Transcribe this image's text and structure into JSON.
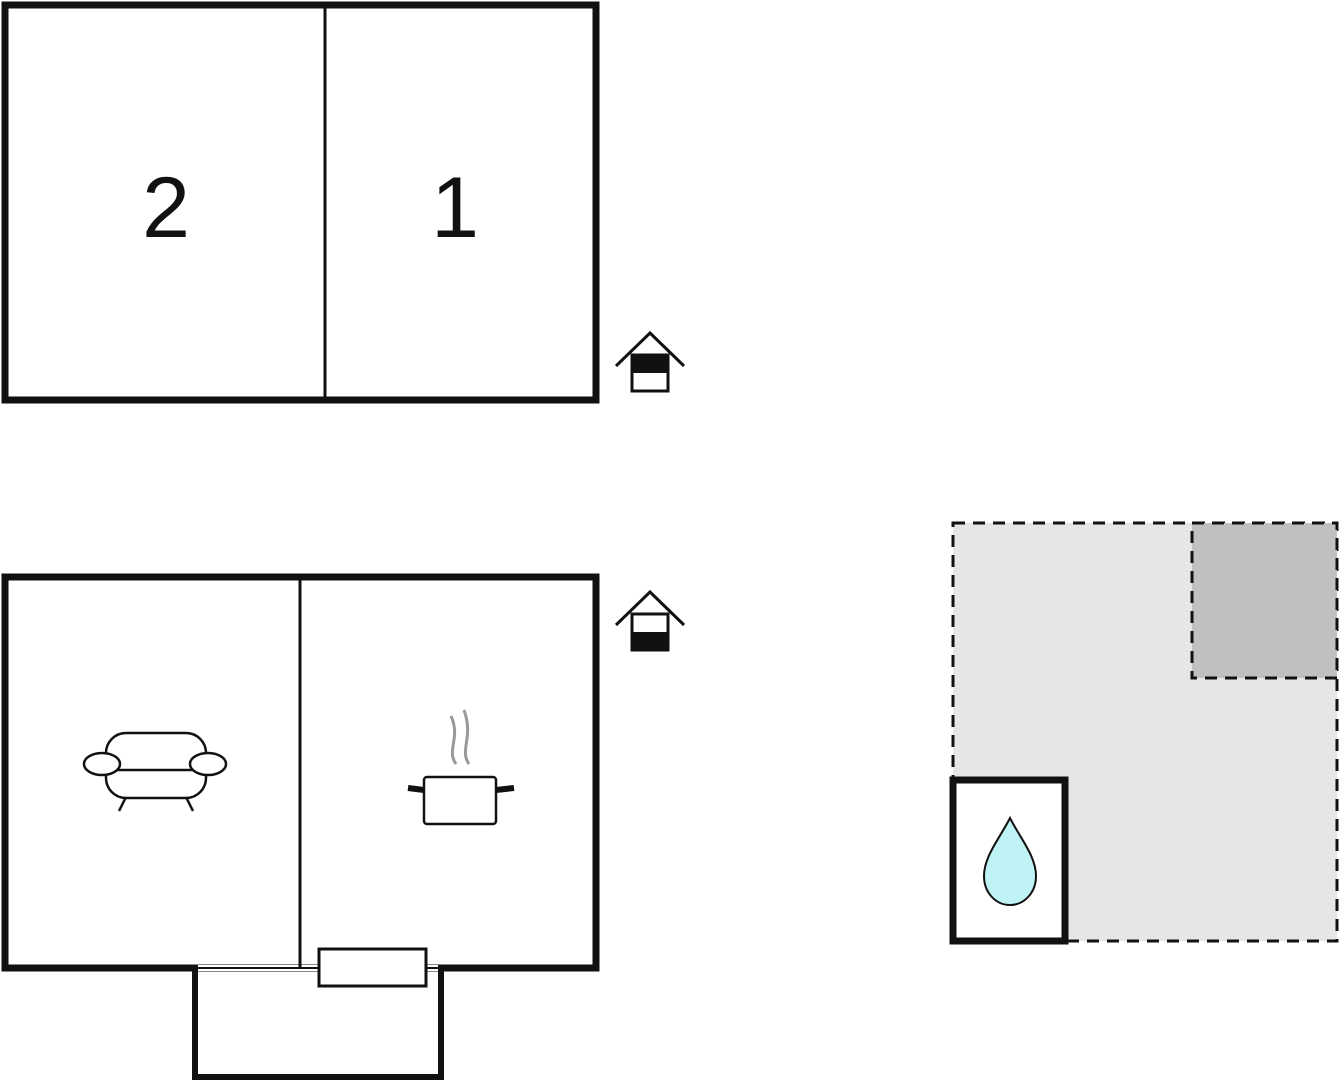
{
  "floorplan": {
    "upper_floor": {
      "rooms": [
        {
          "id": "bedroom-2",
          "label": "2"
        },
        {
          "id": "bedroom-1",
          "label": "1"
        }
      ],
      "floor_icon": "house-upper-floor-icon"
    },
    "ground_floor": {
      "rooms": [
        {
          "id": "living-room",
          "icon": "sofa-icon"
        },
        {
          "id": "kitchen",
          "icon": "cooking-pot-icon"
        }
      ],
      "floor_icon": "house-ground-floor-icon",
      "extras": [
        "entrance-porch",
        "window"
      ]
    },
    "outdoor": {
      "areas": [
        "garden-area",
        "terrace-area"
      ],
      "pool_icon": "water-drop-icon"
    },
    "colors": {
      "wall": "#111111",
      "garden": "#e6e6e6",
      "terrace": "#c0c0c0",
      "water": "#bff3f5",
      "steam": "#999999"
    }
  }
}
